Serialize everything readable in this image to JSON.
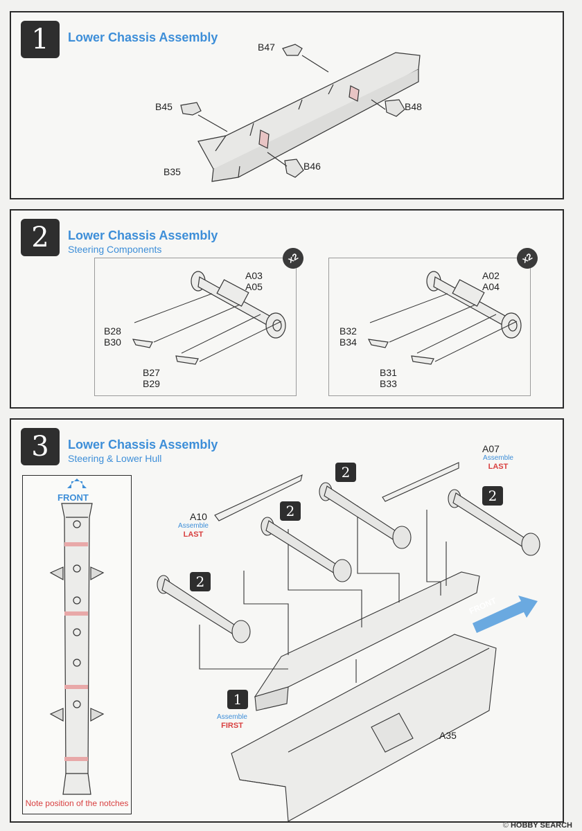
{
  "steps": [
    {
      "number": "1",
      "title": "Lower Chassis Assembly",
      "parts": [
        "B47",
        "B45",
        "B48",
        "B35",
        "B46"
      ]
    },
    {
      "number": "2",
      "title": "Lower Chassis Assembly",
      "subtitle": "Steering Components",
      "left": {
        "multiplier": "x2",
        "parts_top": [
          "A03",
          "A05"
        ],
        "parts_mid": [
          "B28",
          "B30"
        ],
        "parts_bottom": [
          "B27",
          "B29"
        ]
      },
      "right": {
        "multiplier": "x2",
        "parts_top": [
          "A02",
          "A04"
        ],
        "parts_mid": [
          "B32",
          "B34"
        ],
        "parts_bottom": [
          "B31",
          "B33"
        ]
      }
    },
    {
      "number": "3",
      "title": "Lower Chassis Assembly",
      "subtitle": "Steering & Lower Hull",
      "front_label": "FRONT",
      "side_note": "Note position of the notches",
      "ref_step": "2",
      "base_step": "1",
      "parts": {
        "a10": "A10",
        "a07": "A07",
        "a35": "A35"
      },
      "assemble": "Assemble",
      "last": "LAST",
      "first": "FIRST"
    }
  ],
  "watermark": {
    "brand": "HOBBY SEARCH",
    "symbol": "©"
  }
}
